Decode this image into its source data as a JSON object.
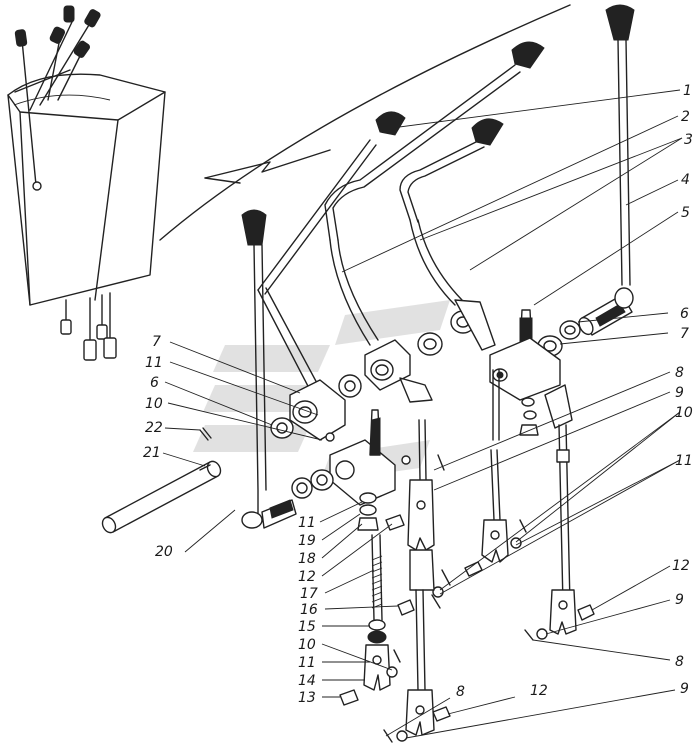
{
  "callouts": [
    {
      "id": "1",
      "text": "1"
    },
    {
      "id": "2",
      "text": "2"
    },
    {
      "id": "3",
      "text": "3"
    },
    {
      "id": "4",
      "text": "4"
    },
    {
      "id": "5",
      "text": "5"
    },
    {
      "id": "6r",
      "text": "6"
    },
    {
      "id": "7r",
      "text": "7"
    },
    {
      "id": "8a",
      "text": "8"
    },
    {
      "id": "9a",
      "text": "9"
    },
    {
      "id": "10a",
      "text": "10"
    },
    {
      "id": "11a",
      "text": "11"
    },
    {
      "id": "12a",
      "text": "12"
    },
    {
      "id": "9b",
      "text": "9"
    },
    {
      "id": "8b",
      "text": "8"
    },
    {
      "id": "7l",
      "text": "7"
    },
    {
      "id": "11l",
      "text": "11"
    },
    {
      "id": "6l",
      "text": "6"
    },
    {
      "id": "10l",
      "text": "10"
    },
    {
      "id": "22",
      "text": "22"
    },
    {
      "id": "21",
      "text": "21"
    },
    {
      "id": "20",
      "text": "20"
    },
    {
      "id": "11b",
      "text": "11"
    },
    {
      "id": "19",
      "text": "19"
    },
    {
      "id": "18",
      "text": "18"
    },
    {
      "id": "12b",
      "text": "12"
    },
    {
      "id": "17",
      "text": "17"
    },
    {
      "id": "16",
      "text": "16"
    },
    {
      "id": "15",
      "text": "15"
    },
    {
      "id": "10b",
      "text": "10"
    },
    {
      "id": "11c",
      "text": "11"
    },
    {
      "id": "14",
      "text": "14"
    },
    {
      "id": "13",
      "text": "13"
    },
    {
      "id": "8c",
      "text": "8"
    },
    {
      "id": "12c",
      "text": "12"
    },
    {
      "id": "9c",
      "text": "9"
    }
  ]
}
